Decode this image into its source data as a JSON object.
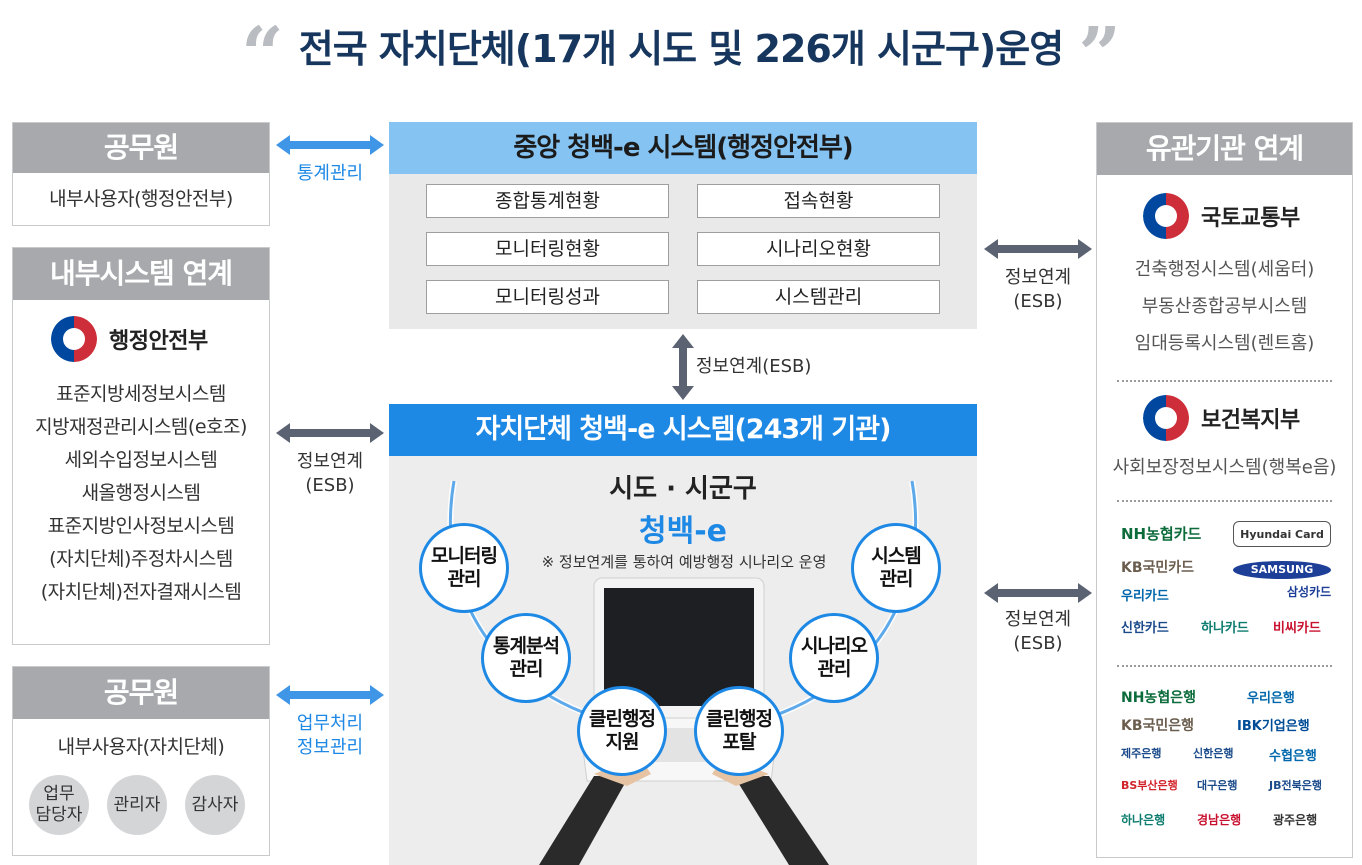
{
  "title": {
    "open_quote": "“",
    "text": "전국 자치단체(17개 시도 및 226개 시군구)운영",
    "close_quote": "”"
  },
  "left": {
    "official_top": {
      "header": "공무원",
      "text": "내부사용자(행정안전부)"
    },
    "internal": {
      "header": "내부시스템 연계",
      "org": "행정안전부",
      "items": [
        "표준지방세정보시스템",
        "지방재정관리시스템(e호조)",
        "세외수입정보시스템",
        "새올행정시스템",
        "표준지방인사정보시스템",
        "(자치단체)주정차시스템",
        "(자치단체)전자결재시스템"
      ]
    },
    "official_bottom": {
      "header": "공무원",
      "text": "내부사용자(자치단체)",
      "roles": [
        "업무\n담당자",
        "관리자",
        "감사자"
      ]
    }
  },
  "arrows": {
    "stats": "통계관리",
    "esb_left": "정보연계\n(ESB)",
    "work": "업무처리\n정보관리",
    "esb_vertical": "정보연계(ESB)",
    "esb_right_top": "정보연계\n(ESB)",
    "esb_right_bottom": "정보연계\n(ESB)"
  },
  "central": {
    "header": "중앙 청백-e 시스템(행정안전부)",
    "menu": [
      "종합통계현황",
      "접속현황",
      "모니터링현황",
      "시나리오현황",
      "모니터링성과",
      "시스템관리"
    ]
  },
  "local": {
    "header": "자치단체 청백-e 시스템(243개 기관)",
    "subtitle": "시도 · 시군구",
    "brand": "청백-e",
    "note": "※ 정보연계를 통하여 예방행정 시나리오 운영",
    "circles": [
      "모니터링\n관리",
      "통계분석\n관리",
      "클린행정\n지원",
      "클린행정\n포탈",
      "시나리오\n관리",
      "시스템\n관리"
    ]
  },
  "right": {
    "header": "유관기관 연계",
    "org1": {
      "name": "국토교통부",
      "items": [
        "건축행정시스템(세움터)",
        "부동산종합공부시스템",
        "임대등록시스템(렌트홈)"
      ]
    },
    "org2": {
      "name": "보건복지부",
      "items": [
        "사회보장정보시스템(행복e음)"
      ]
    },
    "cards": [
      "NH농협카드",
      "Hyundai Card",
      "KB국민카드",
      "SAMSUNG",
      "삼성카드",
      "우리카드",
      "신한카드",
      "하나카드",
      "비씨카드"
    ],
    "banks": [
      "NH농협은행",
      "우리은행",
      "KB국민은행",
      "IBK기업은행",
      "제주은행",
      "신한은행",
      "수협은행",
      "BS부산은행",
      "대구은행",
      "JB전북은행",
      "하나은행",
      "경남은행",
      "광주은행"
    ]
  },
  "colors": {
    "accent": "#1e88e5",
    "light_blue": "#84c3f2",
    "title_navy": "#17365e",
    "gray_header": "#a7a9ac",
    "arrow_dark": "#5b6373"
  }
}
